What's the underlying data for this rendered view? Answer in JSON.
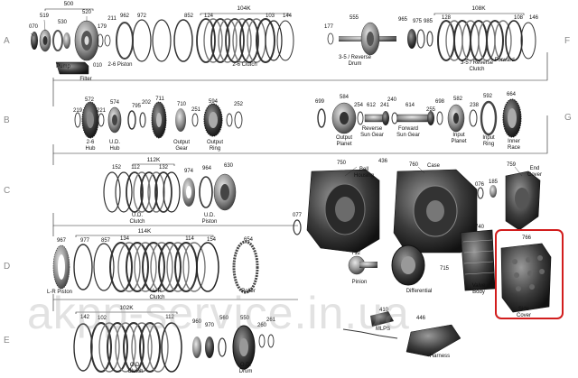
{
  "rows": [
    "A",
    "B",
    "C",
    "D",
    "E",
    "F",
    "G"
  ],
  "kits": {
    "a500": "500",
    "a104k": "104K",
    "f108k": "108K",
    "c112k": "112K",
    "d114k": "114K",
    "e102k": "102K"
  },
  "numbers": {
    "n070": "070",
    "n519": "519",
    "n530": "530",
    "n520": "520",
    "n179": "179",
    "n211": "211",
    "n962": "962",
    "n972": "972",
    "n852": "852",
    "n124": "124",
    "n103": "103",
    "n144": "144",
    "n010": "010",
    "n555": "555",
    "n177": "177",
    "n965": "965",
    "n975": "975",
    "n985": "985",
    "n128": "128",
    "n108": "108",
    "n146": "146",
    "n219": "219",
    "n572": "572",
    "n574": "574",
    "n221": "221",
    "n795": "795",
    "n202": "202",
    "n711": "711",
    "n710": "710",
    "n251a": "251",
    "n594": "594",
    "n252": "252",
    "n699": "699",
    "n584": "584",
    "n254": "254",
    "n612": "612",
    "n241": "241",
    "n240": "240",
    "n614": "614",
    "n255": "255",
    "n698": "698",
    "n582": "582",
    "n238": "238",
    "n592": "592",
    "n664": "664",
    "n152": "152",
    "n112": "112",
    "n132": "132",
    "n974": "974",
    "n964": "964",
    "n630": "630",
    "n750": "750",
    "n436": "436",
    "n760": "760",
    "n076": "076",
    "n185": "185",
    "n759": "759",
    "n077": "077",
    "n967": "967",
    "n977": "977",
    "n857": "857",
    "n134": "134",
    "n114": "114",
    "n154": "154",
    "n654": "654",
    "n712": "712",
    "n715": "715",
    "n740": "740",
    "n766": "766",
    "n142": "142",
    "n102": "102",
    "n142b": "112",
    "n960": "960",
    "n970": "970",
    "n560": "560",
    "n550": "550",
    "n260": "260",
    "n261": "261",
    "n410": "410",
    "n446": "446"
  },
  "labels": {
    "pump": "Pump",
    "piston26": "2-6 Piston",
    "clutch26": "2-6 Clutch",
    "filter": "Filter",
    "drum35r": "3-5 / Reverse\nDrum",
    "clutch35r": "3-5 / Reverse\nClutch",
    "forward": "- Forward",
    "hub26": "2-6\nHub",
    "udhub": "U.D.\nHub",
    "outputgear": "Output\nGear",
    "outputring": "Output\nRing",
    "outputplanet": "Output\nPlanet",
    "revsungear": "Reverse\nSun Gear",
    "fwdsungear": "Forward\nSun Gear",
    "inputplanet": "Input\nPlanet",
    "inputring": "Input\nRing",
    "innerrace": "Inner\nRace",
    "udclutch": "U.D.\nClutch",
    "udpiston": "U.D.\nPiston",
    "bellhousing": "Bell\nHousing",
    "case": "Case",
    "endcover": "End\nCover",
    "lrpiston": "L-R Piston",
    "lrclutch": "L-R\nClutch",
    "roller": "Roller",
    "pinion": "Pinion",
    "differential": "Differential",
    "valvebody": "Valve\nBody",
    "sidecover": "Side\nCover",
    "odclutch": "O.D.\nClutch",
    "oddrum": "O.D.\nDrum",
    "harness": "Harness",
    "mlps": "MLPS"
  },
  "watermark": "akpp-service.in.ua",
  "colors": {
    "highlight": "#d21d1d",
    "ink": "#1a1a1a",
    "watermark": "#9a9a9a",
    "rowletter": "#8a8a8a"
  }
}
